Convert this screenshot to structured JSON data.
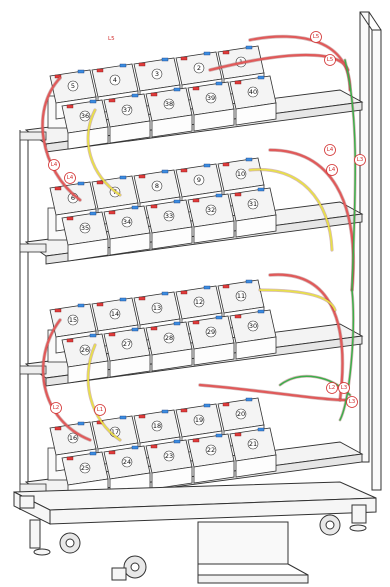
{
  "colors": {
    "red_cable": "#e05a5a",
    "yellow_cable": "#e8e04a",
    "green_cable": "#3cae4a",
    "positive_terminal": "#e23b3b",
    "negative_terminal": "#3b8de2",
    "outline": "#333333",
    "battery_face": "#f4f4f4"
  },
  "stray_label": "L5",
  "tiers": [
    {
      "back": [
        "5",
        "4",
        "3",
        "2",
        "1"
      ],
      "front": [
        "36",
        "37",
        "38",
        "39",
        "40"
      ]
    },
    {
      "back": [
        "6",
        "7",
        "8",
        "9",
        "10"
      ],
      "front": [
        "35",
        "34",
        "33",
        "32",
        "31"
      ]
    },
    {
      "back": [
        "15",
        "14",
        "13",
        "12",
        "11"
      ],
      "front": [
        "26",
        "27",
        "28",
        "29",
        "30"
      ]
    },
    {
      "back": [
        "16",
        "17",
        "18",
        "19",
        "20"
      ],
      "front": [
        "25",
        "24",
        "23",
        "22",
        "21"
      ]
    }
  ],
  "cable_labels": [
    {
      "id": "t1a",
      "text": "L5"
    },
    {
      "id": "t1b",
      "text": "L5"
    },
    {
      "id": "t1c",
      "text": "L4"
    },
    {
      "id": "t2a",
      "text": "L4"
    },
    {
      "id": "t2b",
      "text": "L4"
    },
    {
      "id": "t2c",
      "text": "L3"
    },
    {
      "id": "t2d",
      "text": "L4"
    },
    {
      "id": "t3a",
      "text": "L3"
    },
    {
      "id": "t3b",
      "text": "L2"
    },
    {
      "id": "t3c",
      "text": "L3"
    },
    {
      "id": "t4a",
      "text": "L1"
    },
    {
      "id": "t4b",
      "text": "L2"
    }
  ]
}
